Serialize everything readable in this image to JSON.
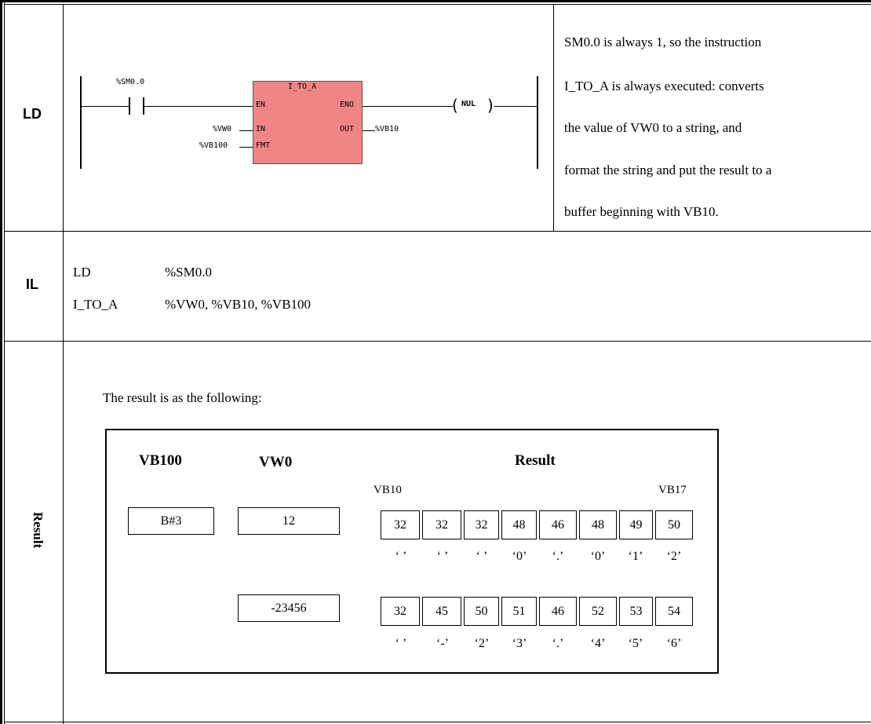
{
  "rows": {
    "ld": "LD",
    "il": "IL",
    "result": "Result"
  },
  "ladder": {
    "contact_label": "%SM0.0",
    "block_title": "I_TO_A",
    "pin_en": "EN",
    "pin_eno": "ENO",
    "pin_in": "IN",
    "pin_out": "OUT",
    "pin_fmt": "FMT",
    "in_operand": "%VW0",
    "out_operand": "%VB10",
    "fmt_operand": "%VB100",
    "coil_label": "NUL",
    "block_color": "#f08585"
  },
  "description": [
    "SM0.0 is always 1, so the instruction",
    "I_TO_A is always executed: converts",
    "the value of VW0 to a string, and",
    "format the string and put the result to a",
    "buffer beginning with VB10."
  ],
  "il": {
    "line1_op": "LD",
    "line1_args": "%SM0.0",
    "line2_op": "I_TO_A",
    "line2_args": "%VW0, %VB10, %VB100"
  },
  "result": {
    "intro": "The result is as the following:",
    "headers": {
      "vb100": "VB100",
      "vw0": "VW0",
      "result": "Result"
    },
    "start_label": "VB10",
    "end_label": "VB17",
    "vb100_value": "B#3",
    "examples": [
      {
        "vw0": "12",
        "bytes": [
          "32",
          "32",
          "32",
          "48",
          "46",
          "48",
          "49",
          "50"
        ],
        "chars": [
          "‘ ’",
          "‘ ’",
          "‘ ’",
          "‘0’",
          "‘.’",
          "‘0’",
          "‘1’",
          "‘2’"
        ]
      },
      {
        "vw0": "-23456",
        "bytes": [
          "32",
          "45",
          "50",
          "51",
          "46",
          "52",
          "53",
          "54"
        ],
        "chars": [
          "‘ ’",
          "‘-’",
          "‘2’",
          "‘3’",
          "‘.’",
          "‘4’",
          "‘5’",
          "‘6’"
        ]
      }
    ]
  }
}
